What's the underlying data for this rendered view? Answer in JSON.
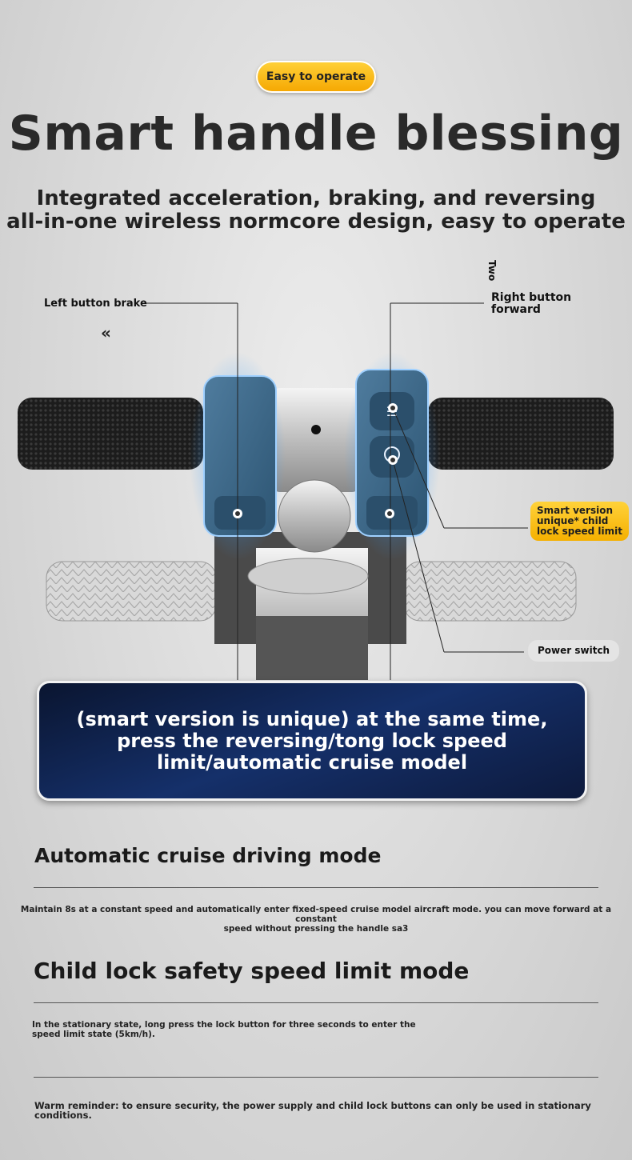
{
  "badge": "Easy to operate",
  "title": "Smart handle blessing",
  "subtitle_line1": "Integrated acceleration, braking, and reversing",
  "subtitle_line2": "all-in-one wireless normcore design, easy to operate",
  "callouts": {
    "left_brake": "Left button brake",
    "two": "Two",
    "right_forward_1": "Right button",
    "right_forward_2": "forward",
    "child_lock_1": "Smart version",
    "child_lock_2": "unique* child",
    "child_lock_3": "lock speed limit",
    "power_switch": "Power switch"
  },
  "banner_text": "(smart version is unique) at the same time, press the reversing/tong lock speed limit/automatic cruise model",
  "cruise": {
    "heading": "Automatic cruise driving mode",
    "desc_line1": "Maintain 8s at a constant speed and automatically enter fixed-speed cruise model aircraft mode. you can move forward at a constant",
    "desc_line2": "speed without pressing the handle sa3"
  },
  "child_lock": {
    "heading": "Child lock safety speed limit mode",
    "desc_line1": "In the stationary state, long press the lock button for three seconds to enter the",
    "desc_line2": "speed limit state (5km/h)."
  },
  "reminder": "Warm reminder: to ensure security, the power supply and child lock buttons can only be used in stationary conditions.",
  "colors": {
    "accent_yellow": "#f5b000",
    "button_blue": "#3d6a8a",
    "banner_navy": "#15306a"
  }
}
